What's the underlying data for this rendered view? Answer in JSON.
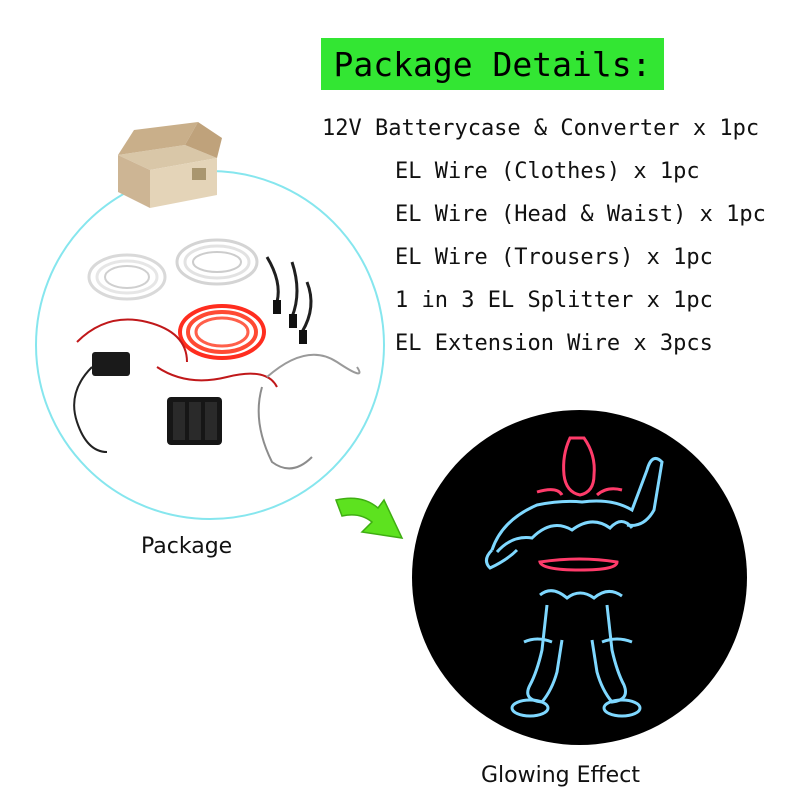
{
  "header": {
    "title": "Package Details:",
    "title_bg": "#33e633"
  },
  "details": [
    "12V Batterycase & Converter x 1pc",
    "EL Wire (Clothes) x 1pc",
    "EL Wire (Head & Waist) x 1pc",
    "EL Wire (Trousers) x 1pc",
    "1 in 3 EL Splitter x 1pc",
    "EL Extension Wire x 3pcs"
  ],
  "package_caption": "Package",
  "glow_caption": "Glowing Effect",
  "colors": {
    "circle_border": "#86e6ee",
    "glow_blue": "#7fd8ff",
    "glow_red": "#ff3b6a",
    "arrow_green": "#5de21f"
  },
  "icons": {
    "arrow": "green-curved-arrow-icon",
    "box": "cardboard-box-icon"
  }
}
